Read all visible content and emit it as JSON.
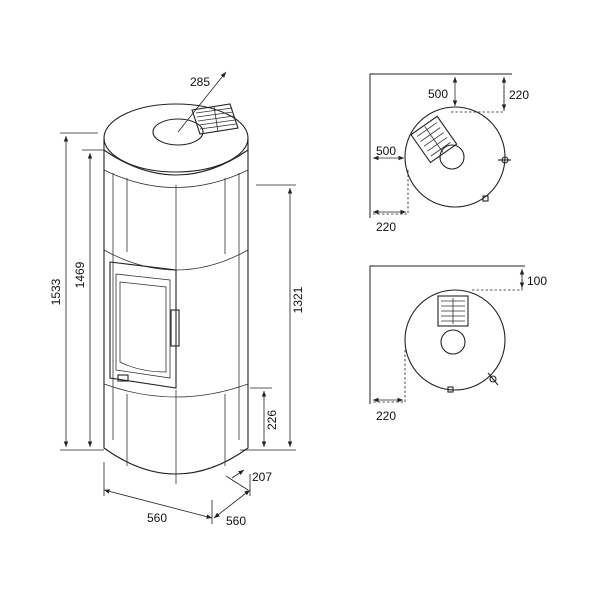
{
  "dimensions": {
    "top_flue": "285",
    "height_total": "1533",
    "height_body": "1469",
    "height_flue_outlet": "1321",
    "height_air_inlet": "226",
    "depth_base": "560",
    "width_base": "560",
    "air_inlet_offset": "207"
  },
  "clearance_corner": {
    "side_a": "500",
    "wall_a": "220",
    "side_b": "500",
    "wall_b": "220"
  },
  "clearance_wall": {
    "rear": "100",
    "side": "220"
  }
}
